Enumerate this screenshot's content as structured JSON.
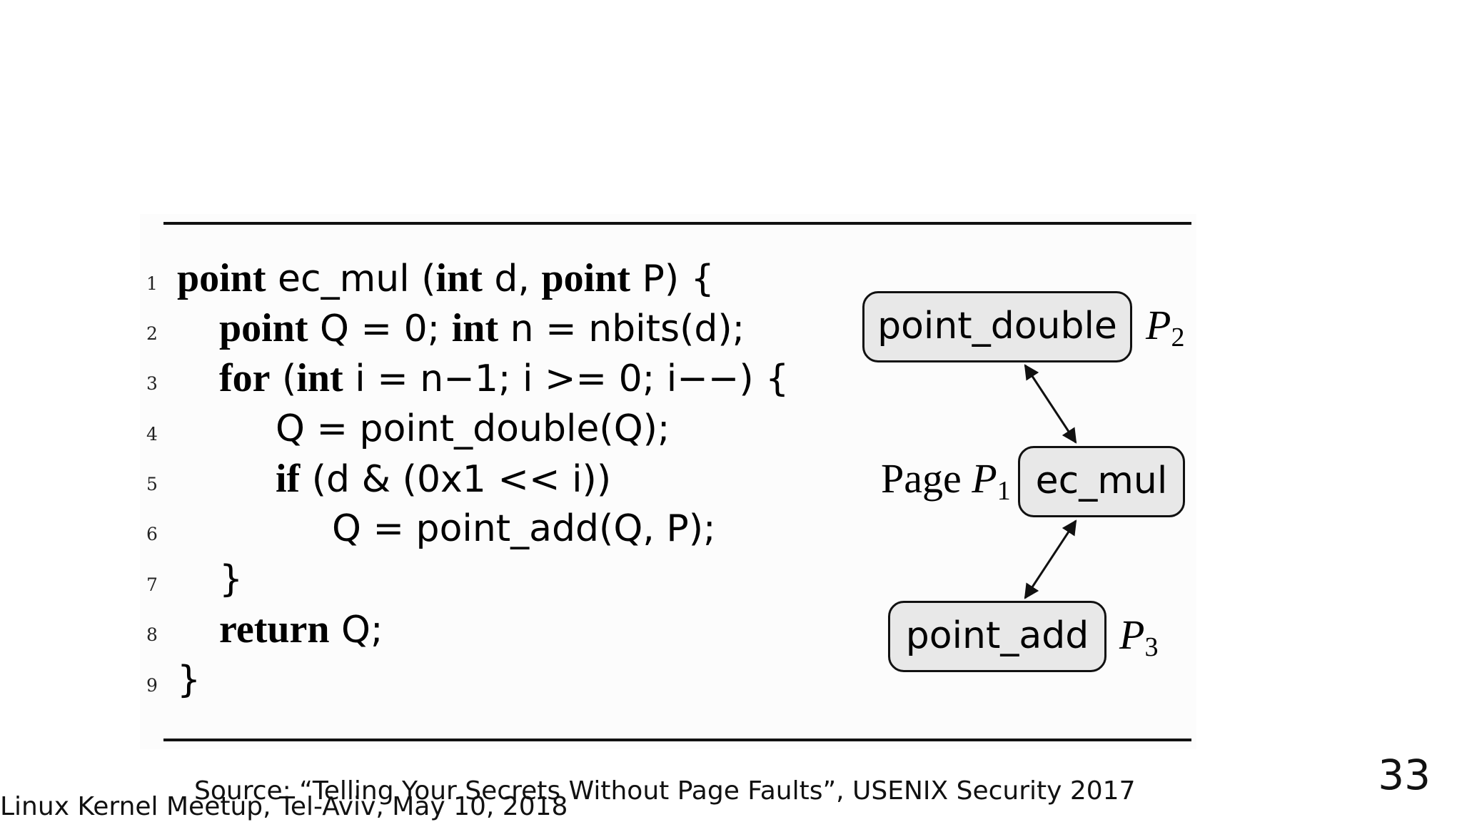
{
  "code": {
    "lines": [
      {
        "num": "1",
        "segments": [
          {
            "t": "point",
            "kw": true
          },
          {
            "t": " ec_mul (",
            "kw": false
          },
          {
            "t": "int",
            "kw": true
          },
          {
            "t": " d, ",
            "kw": false
          },
          {
            "t": "point",
            "kw": true
          },
          {
            "t": " P) {",
            "kw": false
          }
        ]
      },
      {
        "num": "2",
        "segments": [
          {
            "t": "point",
            "kw": true
          },
          {
            "t": " Q = 0; ",
            "kw": false
          },
          {
            "t": "int",
            "kw": true
          },
          {
            "t": " n = nbits(d);",
            "kw": false
          }
        ]
      },
      {
        "num": "3",
        "segments": [
          {
            "t": "for",
            "kw": true
          },
          {
            "t": " (",
            "kw": false
          },
          {
            "t": "int",
            "kw": true
          },
          {
            "t": " i = n−1; i >= 0; i−−) {",
            "kw": false
          }
        ]
      },
      {
        "num": "4",
        "segments": [
          {
            "t": "Q = point_double(Q);",
            "kw": false
          }
        ]
      },
      {
        "num": "5",
        "segments": [
          {
            "t": "if",
            "kw": true
          },
          {
            "t": " (d & (0x1 << i))",
            "kw": false
          }
        ]
      },
      {
        "num": "6",
        "segments": [
          {
            "t": "Q = point_add(Q, P);",
            "kw": false
          }
        ]
      },
      {
        "num": "7",
        "segments": [
          {
            "t": "}",
            "kw": false
          }
        ]
      },
      {
        "num": "8",
        "segments": [
          {
            "t": "return",
            "kw": true
          },
          {
            "t": " Q;",
            "kw": false
          }
        ]
      },
      {
        "num": "9",
        "segments": [
          {
            "t": "}",
            "kw": false
          }
        ]
      }
    ]
  },
  "diagram": {
    "node_point_double": "point_double",
    "node_ec_mul": "ec_mul",
    "node_point_add": "point_add",
    "label_p2": "P",
    "label_p2_sub": "2",
    "label_p1_prefix": "Page ",
    "label_p1": "P",
    "label_p1_sub": "1",
    "label_p3": "P",
    "label_p3_sub": "3"
  },
  "source": "Source: “Telling Your Secrets Without Page Faults”, USENIX Security 2017",
  "footer": "Linux Kernel Meetup, Tel-Aviv, May 10, 2018",
  "page_number": "33"
}
